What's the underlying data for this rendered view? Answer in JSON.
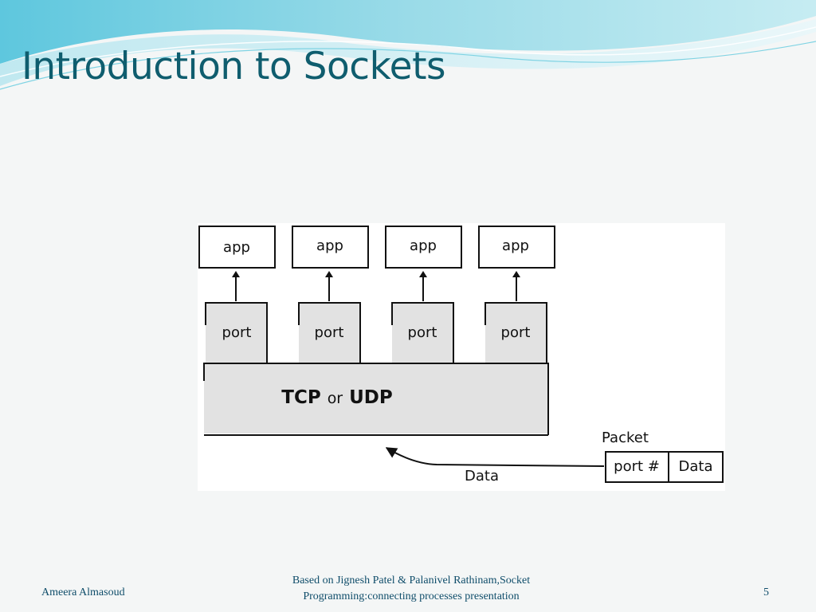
{
  "slide": {
    "title": "Introduction to Sockets",
    "footer": {
      "author": "Ameera Almasoud",
      "credit_line1": "Based on Jignesh Patel & Palanivel Rathinam,Socket",
      "credit_line2": "Programming:connecting processes presentation",
      "page_number": "5"
    }
  },
  "diagram": {
    "apps": [
      "app",
      "app",
      "app",
      "app"
    ],
    "ports": [
      "port",
      "port",
      "port",
      "port"
    ],
    "transport": {
      "left": "TCP",
      "middle": "or",
      "right": "UDP"
    },
    "packet": {
      "label": "Packet",
      "field_port": "port #",
      "field_data": "Data"
    },
    "arrow_label": "Data"
  }
}
